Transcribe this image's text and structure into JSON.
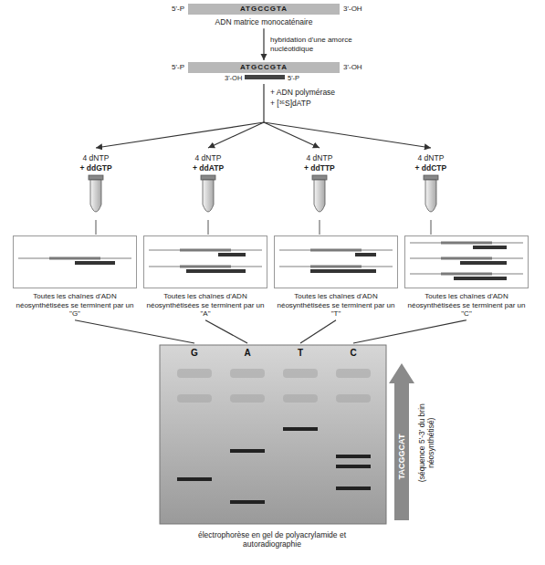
{
  "diagram": {
    "nodes": [
      {
        "text": [
          "ATGCCGTA",
          "ADN matrice monocaténaire"
        ]
      },
      {
        "text": [
          "ATGCCGTA"
        ]
      },
      {
        "text": [
          "Toutes les chaînes d'ADN néosynthétisées se terminent par un \"G\""
        ]
      },
      {
        "text": [
          "Toutes les chaînes d'ADN néosynthétisées se terminent par un \"A\""
        ]
      },
      {
        "text": [
          "Toutes les chaînes d'ADN néosynthétisées se terminent par un \"T\""
        ]
      },
      {
        "text": [
          "Toutes les chaînes d'ADN néosynthétisées se terminent par un \"C\""
        ]
      },
      {
        "text": [
          "G",
          "A",
          "T",
          "C"
        ]
      }
    ],
    "edges": [
      {
        "from": 0,
        "to": 1,
        "arrow": "to",
        "label": "hybridation d'une amorce nucléotidique"
      },
      {
        "from": 2,
        "to": 6,
        "arrow": "none"
      },
      {
        "from": 3,
        "to": 6,
        "arrow": "none"
      },
      {
        "from": 4,
        "to": 6,
        "arrow": "none"
      },
      {
        "from": 5,
        "to": 6,
        "arrow": "none"
      }
    ],
    "labels": [
      "5'-P",
      "3'-OH",
      "5'-P",
      "3'-OH",
      "3'-OH",
      "5'-P",
      "+ ADN polymérase",
      "+ [³⁵S]dATP",
      "4 dNTP",
      "+ ddGTP",
      "4 dNTP",
      "+ ddATP",
      "4 dNTP",
      "+ ddTTP",
      "4 dNTP",
      "+ ddCTP",
      "TACGGCAT",
      "(séquence 5'-3' du brin néosynthétisé)",
      "électrophorèse en gel de polyacrylamide et autoradiographie"
    ]
  }
}
